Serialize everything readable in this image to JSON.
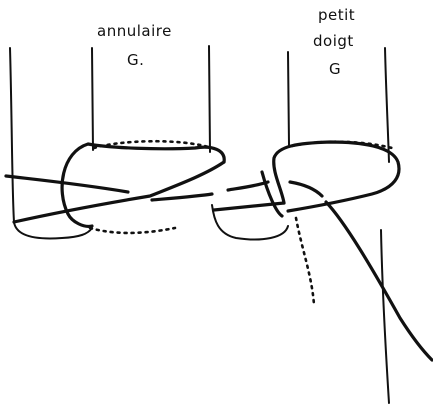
{
  "labels": {
    "ring_finger": {
      "line1": "annulaire",
      "line2": "G."
    },
    "little_finger": {
      "line1": "petit",
      "line2": "doigt",
      "line3": "G"
    }
  },
  "colors": {
    "ink": "#111111",
    "paper": "#ffffff"
  }
}
